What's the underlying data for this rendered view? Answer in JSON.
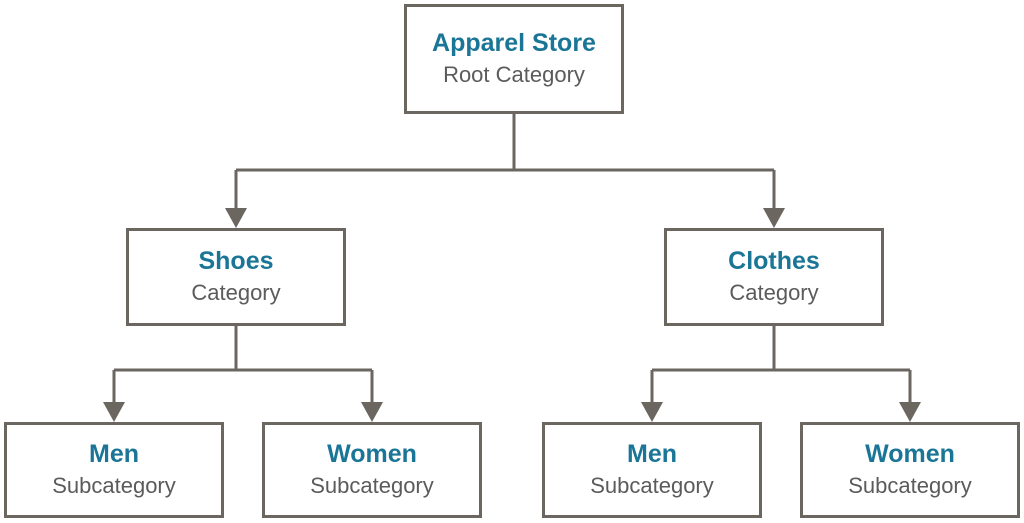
{
  "colors": {
    "title": "#1a7596",
    "subtitle": "#5b5b5b",
    "line": "#6b6760"
  },
  "nodes": {
    "root": {
      "title": "Apparel Store",
      "subtitle": "Root Category"
    },
    "shoes": {
      "title": "Shoes",
      "subtitle": "Category"
    },
    "clothes": {
      "title": "Clothes",
      "subtitle": "Category"
    },
    "men_1": {
      "title": "Men",
      "subtitle": "Subcategory"
    },
    "women_1": {
      "title": "Women",
      "subtitle": "Subcategory"
    },
    "men_2": {
      "title": "Men",
      "subtitle": "Subcategory"
    },
    "women_2": {
      "title": "Women",
      "subtitle": "Subcategory"
    }
  }
}
